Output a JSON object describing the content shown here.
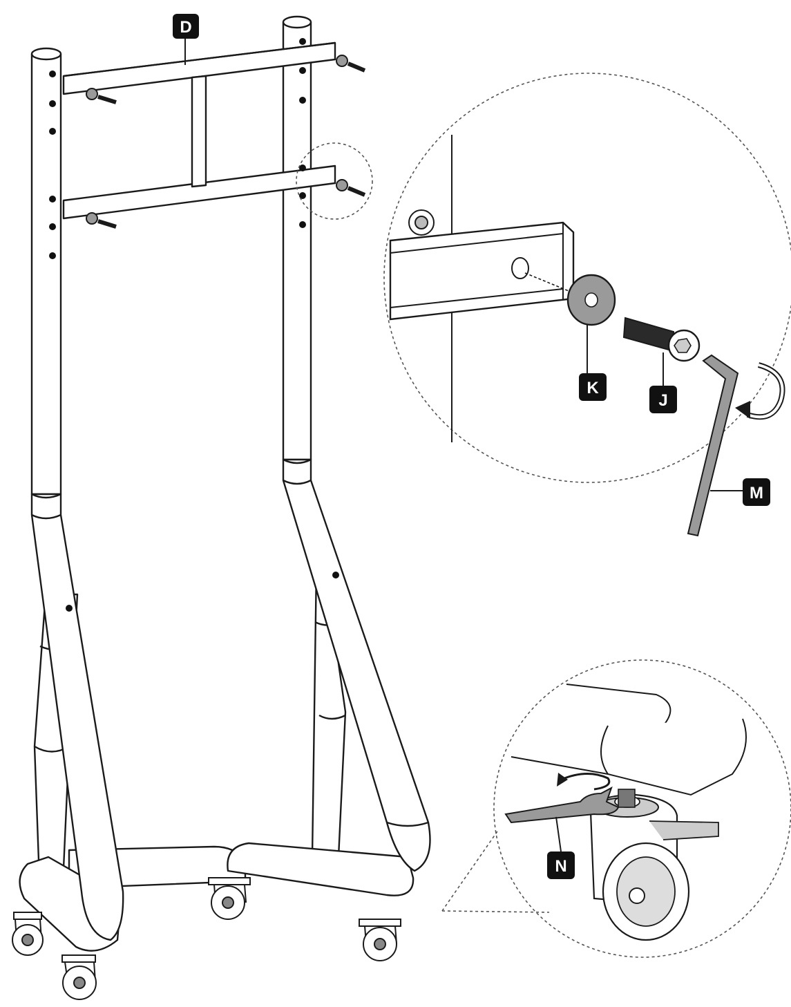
{
  "callouts": {
    "D": "D",
    "K": "K",
    "J": "J",
    "M": "M",
    "N": "N"
  },
  "colors": {
    "ink": "#1a1a1a",
    "badge": "#111111",
    "steel_fill": "#ffffff",
    "hardware_fill": "#9a9a9a",
    "bolt_fill": "#2a2a2a",
    "dashed": "#555555"
  },
  "icons": {
    "rotate_arrow": "circular-arrow-icon",
    "wrench": "open-end-wrench-icon",
    "hex_key": "allen-key-icon"
  }
}
